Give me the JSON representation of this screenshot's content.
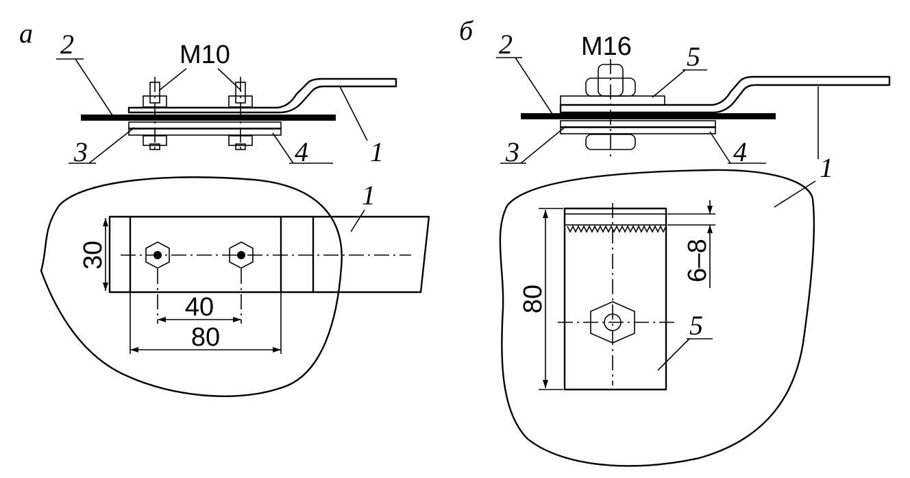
{
  "view_a": {
    "panel_label": "а",
    "bolt_size": "M10",
    "callouts": {
      "pos1_top": "1",
      "pos2": "2",
      "pos3": "3",
      "pos4": "4",
      "pos1_plan": "1"
    },
    "dimensions": {
      "width": "30",
      "bolt_spacing": "40",
      "overlap_length": "80"
    }
  },
  "view_b": {
    "panel_label": "б",
    "bolt_size": "M16",
    "callouts": {
      "pos1_top": "1",
      "pos2": "2",
      "pos3": "3",
      "pos4": "4",
      "pos5_top": "5",
      "pos1_plan": "1",
      "pos5_plan": "5"
    },
    "dimensions": {
      "length": "80",
      "weld_offset": "6–8"
    }
  }
}
